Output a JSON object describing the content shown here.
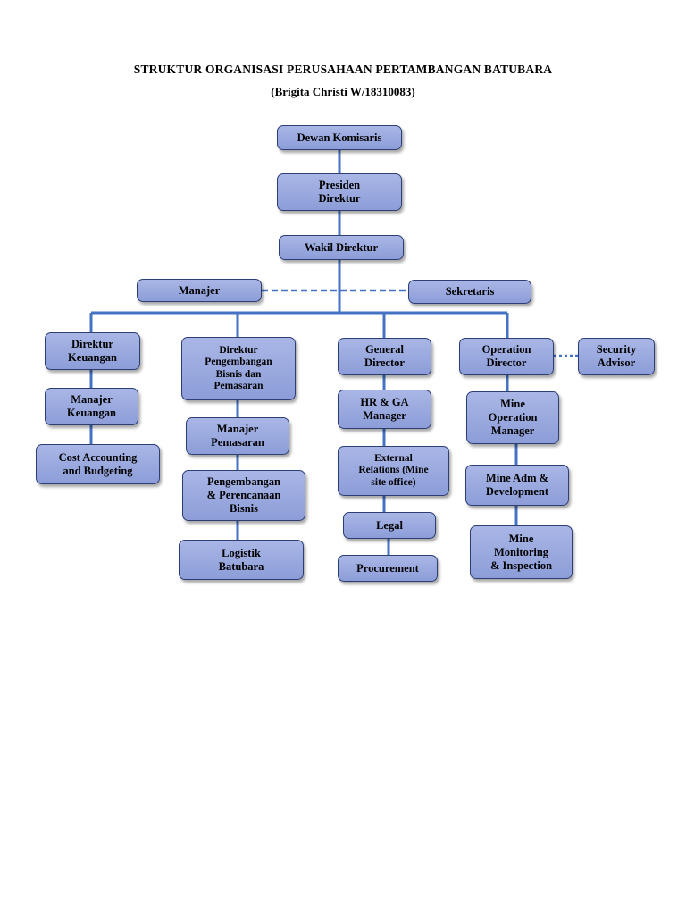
{
  "title": "STRUKTUR ORGANISASI PERUSAHAAN PERTAMBANGAN BATUBARA",
  "subtitle": "(Brigita Christi W/18310083)",
  "colors": {
    "box_fill_top": "#a9b6e6",
    "box_fill_bottom": "#8c9dd8",
    "box_border": "#2c3e73",
    "connector": "#4472c4"
  },
  "nodes": {
    "dewan_komisaris": "Dewan Komisaris",
    "presiden_direktur": "Presiden\nDirektur",
    "wakil_direktur": "Wakil Direktur",
    "manajer": "Manajer",
    "sekretaris": "Sekretaris",
    "direktur_keuangan": "Direktur\nKeuangan",
    "manajer_keuangan": "Manajer\nKeuangan",
    "cost_accounting": "Cost Accounting\nand Budgeting",
    "direktur_pengembangan": "Direktur\nPengembangan\nBisnis dan\nPemasaran",
    "manajer_pemasaran": "Manajer\nPemasaran",
    "pengembangan_perencanaan": "Pengembangan\n& Perencanaan\nBisnis",
    "logistik_batubara": "Logistik\nBatubara",
    "general_director": "General\nDirector",
    "hr_ga_manager": "HR & GA\nManager",
    "external_relations": "External\nRelations (Mine\nsite office)",
    "legal": "Legal",
    "procurement": "Procurement",
    "operation_director": "Operation\nDirector",
    "security_advisor": "Security\nAdvisor",
    "mine_operation_manager": "Mine\nOperation\nManager",
    "mine_adm_development": "Mine Adm &\nDevelopment",
    "mine_monitoring": "Mine\nMonitoring\n& Inspection"
  }
}
